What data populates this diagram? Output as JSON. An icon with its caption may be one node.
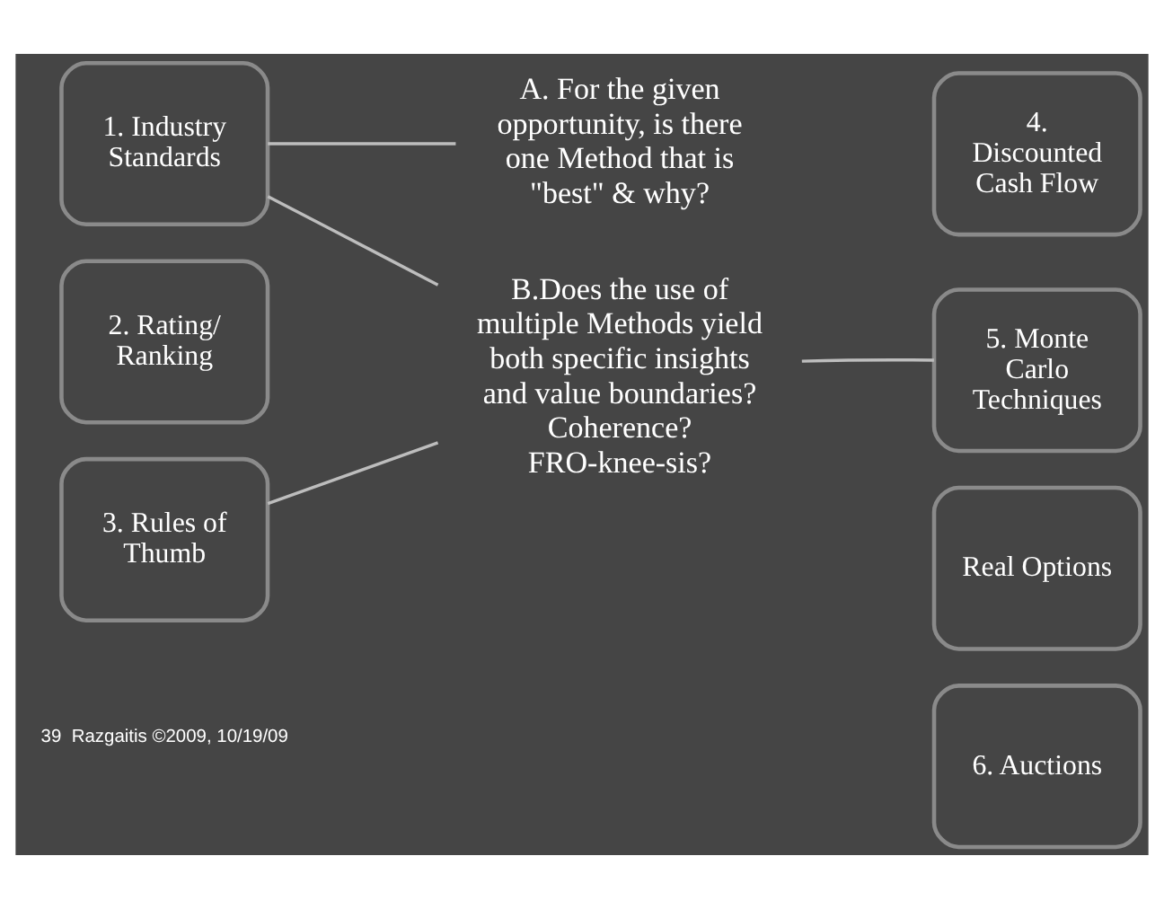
{
  "diagram": {
    "nodes": [
      {
        "text": [
          "1. Industry Standards"
        ]
      },
      {
        "text": [
          "2. Rating/ Ranking"
        ]
      },
      {
        "text": [
          "3. Rules of Thumb"
        ]
      },
      {
        "text": [
          "4. Discounted Cash Flow"
        ]
      },
      {
        "text": [
          "5. Monte Carlo Techniques"
        ]
      },
      {
        "text": [
          "Real Options"
        ]
      },
      {
        "text": [
          "6. Auctions"
        ]
      },
      {
        "text": [
          "A. For the given opportunity, is there one Method that is \"best\" & why?"
        ]
      },
      {
        "text": [
          "B.Does the use of multiple Methods yield both specific insights and value boundaries?",
          "Coherence?",
          "FRO-knee-sis?"
        ]
      }
    ],
    "edges": [
      {
        "from": 0,
        "to": 7,
        "arrow": "none"
      },
      {
        "from": 0,
        "to": 8,
        "arrow": "none"
      },
      {
        "from": 2,
        "to": 8,
        "arrow": "none"
      },
      {
        "from": 4,
        "to": 8,
        "arrow": "none"
      }
    ],
    "labels": [
      "39",
      "Razgaitis ©2009, 10/19/09"
    ]
  }
}
